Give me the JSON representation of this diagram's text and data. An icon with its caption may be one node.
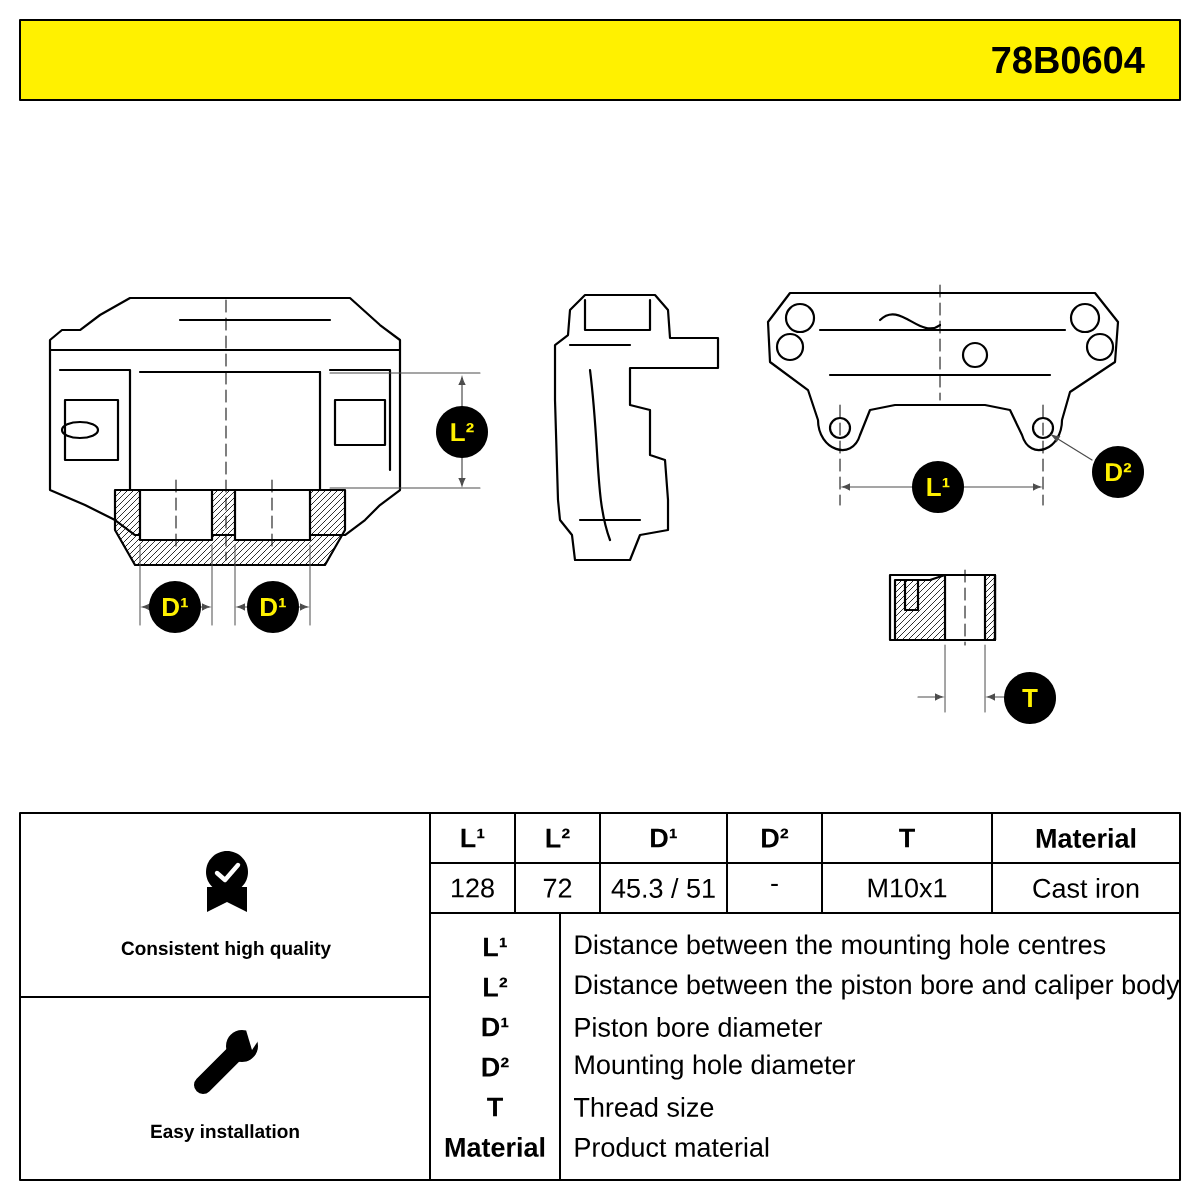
{
  "diagram": {
    "title": "78B0604",
    "labels": [
      "L²",
      "D²",
      "L¹",
      "D¹",
      "D¹",
      "T",
      "L¹",
      "L²",
      "D¹",
      "D²",
      "T",
      "Material",
      "128",
      "72",
      "45.3 / 51",
      "-",
      "M10x1",
      "Cast iron",
      "Consistent high quality",
      "L¹",
      "Distance between the mounting hole centres",
      "L²",
      "Distance between the piston bore and caliper body",
      "D¹",
      "Piston bore diameter",
      "D²",
      "Mounting hole diameter",
      "T",
      "Thread size",
      "Material",
      "Product material",
      "Easy installation"
    ]
  }
}
